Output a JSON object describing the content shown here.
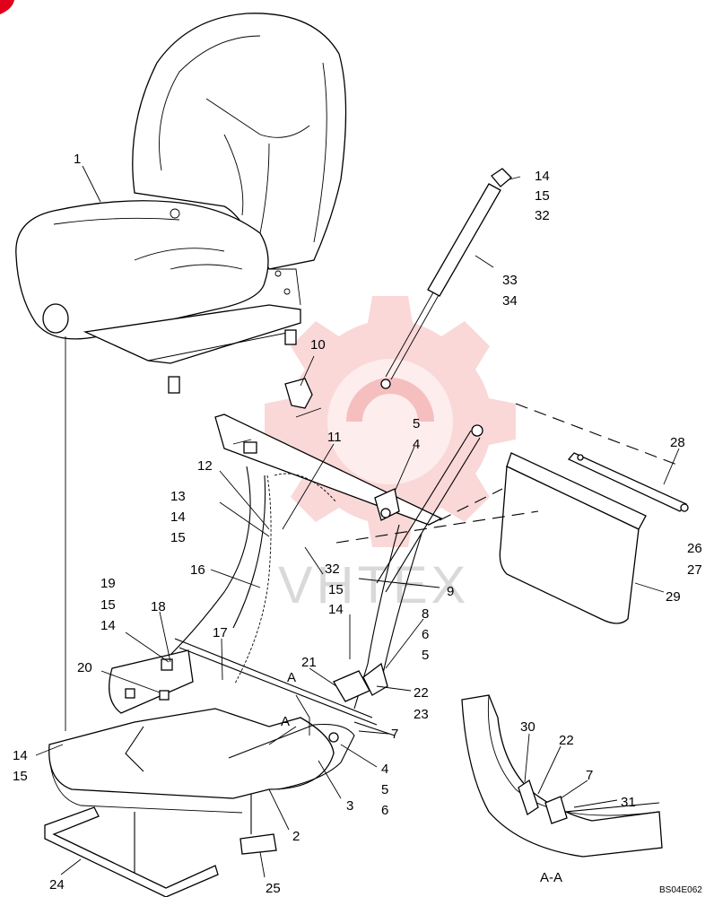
{
  "watermark": {
    "text": "VHTEX",
    "color": "#f5b8b8"
  },
  "corner_mark_color": "#e0001b",
  "drawing_code": "BS04E062",
  "section_label": "A-A",
  "callouts": [
    {
      "id": "c1",
      "text": "1"
    },
    {
      "id": "c14a",
      "text": "14"
    },
    {
      "id": "c15a",
      "text": "15"
    },
    {
      "id": "c32a",
      "text": "32"
    },
    {
      "id": "c33",
      "text": "33"
    },
    {
      "id": "c34",
      "text": "34"
    },
    {
      "id": "c10",
      "text": "10"
    },
    {
      "id": "c5a",
      "text": "5"
    },
    {
      "id": "c4a",
      "text": "4"
    },
    {
      "id": "c11",
      "text": "11"
    },
    {
      "id": "c12",
      "text": "12"
    },
    {
      "id": "c13",
      "text": "13"
    },
    {
      "id": "c14b",
      "text": "14"
    },
    {
      "id": "c15b",
      "text": "15"
    },
    {
      "id": "c16",
      "text": "16"
    },
    {
      "id": "c32b",
      "text": "32"
    },
    {
      "id": "c15c",
      "text": "15"
    },
    {
      "id": "c14c",
      "text": "14"
    },
    {
      "id": "c9",
      "text": "9"
    },
    {
      "id": "c28",
      "text": "28"
    },
    {
      "id": "c26",
      "text": "26"
    },
    {
      "id": "c27",
      "text": "27"
    },
    {
      "id": "c29",
      "text": "29"
    },
    {
      "id": "c19",
      "text": "19"
    },
    {
      "id": "c15d",
      "text": "15"
    },
    {
      "id": "c14d",
      "text": "14"
    },
    {
      "id": "c18",
      "text": "18"
    },
    {
      "id": "c17",
      "text": "17"
    },
    {
      "id": "c8",
      "text": "8"
    },
    {
      "id": "c6a",
      "text": "6"
    },
    {
      "id": "c5b",
      "text": "5"
    },
    {
      "id": "c20",
      "text": "20"
    },
    {
      "id": "c21",
      "text": "21"
    },
    {
      "id": "cA1",
      "text": "A"
    },
    {
      "id": "c22a",
      "text": "22"
    },
    {
      "id": "c23",
      "text": "23"
    },
    {
      "id": "cA2",
      "text": "A"
    },
    {
      "id": "c7a",
      "text": "7"
    },
    {
      "id": "c14e",
      "text": "14"
    },
    {
      "id": "c15e",
      "text": "15"
    },
    {
      "id": "c4b",
      "text": "4"
    },
    {
      "id": "c5c",
      "text": "5"
    },
    {
      "id": "c6b",
      "text": "6"
    },
    {
      "id": "c3",
      "text": "3"
    },
    {
      "id": "c2",
      "text": "2"
    },
    {
      "id": "c24",
      "text": "24"
    },
    {
      "id": "c25",
      "text": "25"
    },
    {
      "id": "c30",
      "text": "30"
    },
    {
      "id": "c22b",
      "text": "22"
    },
    {
      "id": "c7b",
      "text": "7"
    },
    {
      "id": "c31",
      "text": "31"
    }
  ]
}
